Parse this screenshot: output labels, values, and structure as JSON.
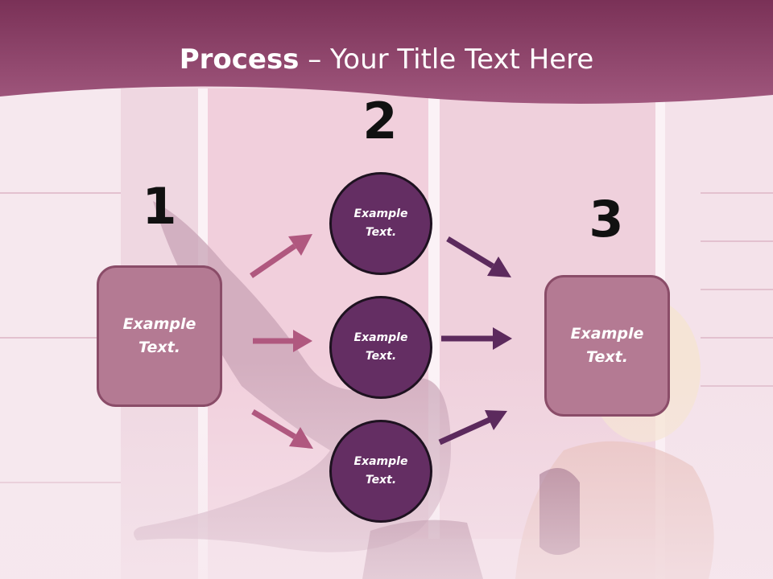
{
  "slide": {
    "title_strong": "Process",
    "title_rest": " – Your Title Text Here"
  },
  "steps": {
    "step1": {
      "number": "1",
      "box_text": "Example Text."
    },
    "step2": {
      "number": "2",
      "circle_top": "Example Text.",
      "circle_middle": "Example Text.",
      "circle_bottom": "Example Text."
    },
    "step3": {
      "number": "3",
      "box_text": "Example Text."
    }
  },
  "colors": {
    "header": "#8e3f66",
    "box_fill": "#b47a93",
    "box_border": "#8a4c68",
    "circle_fill": "#642e63",
    "arrow_pink": "#b0587f",
    "arrow_purple": "#5c2a5d"
  }
}
